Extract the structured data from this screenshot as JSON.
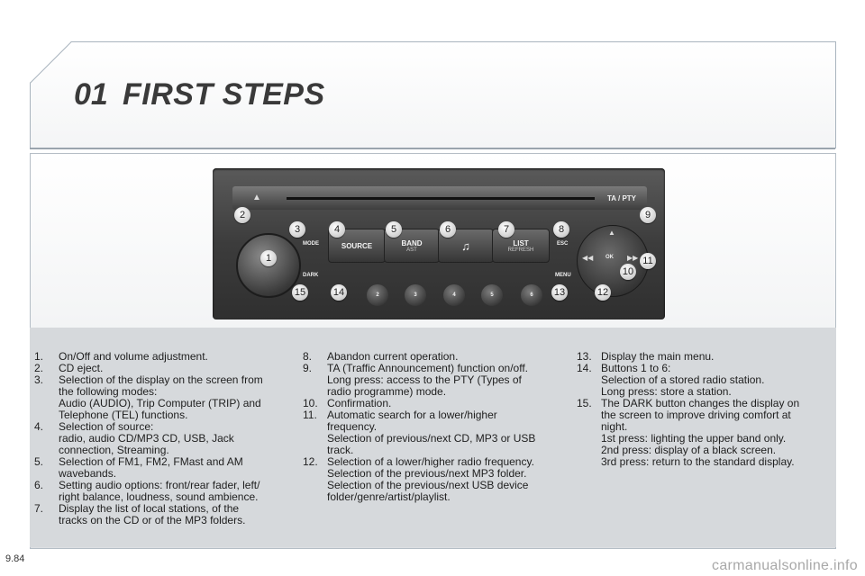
{
  "header": {
    "chapter_number": "01",
    "title": "FIRST STEPS"
  },
  "radio": {
    "eject_symbol": "▲",
    "ta_label": "TA / PTY",
    "mode_label": "MODE",
    "dark_label": "DARK",
    "source_label": "SOURCE",
    "band_label": "BAND",
    "band_sub": "AST",
    "music_symbol": "♫",
    "list_label": "LIST",
    "list_sub": "REFRESH",
    "esc_label": "ESC",
    "menu_label": "MENU",
    "ok_label": "OK",
    "presets": [
      "2",
      "3",
      "4",
      "5",
      "6"
    ],
    "callouts": [
      "1",
      "2",
      "3",
      "4",
      "5",
      "6",
      "7",
      "8",
      "9",
      "10",
      "11",
      "12",
      "13",
      "14",
      "15"
    ]
  },
  "col1": [
    {
      "num": "1.",
      "lines": [
        "On/Off and volume adjustment."
      ]
    },
    {
      "num": "2.",
      "lines": [
        "CD eject."
      ]
    },
    {
      "num": "3.",
      "lines": [
        "Selection of the display on the screen from",
        "the following modes:",
        "Audio (AUDIO), Trip Computer (TRIP) and",
        "Telephone (TEL) functions."
      ]
    },
    {
      "num": "4.",
      "lines": [
        "Selection of source:",
        "radio, audio CD/MP3 CD, USB, Jack",
        "connection, Streaming."
      ]
    },
    {
      "num": "5.",
      "lines": [
        "Selection of FM1, FM2, FMast and AM",
        "wavebands."
      ]
    },
    {
      "num": "6.",
      "lines": [
        "Setting audio options: front/rear fader, left/",
        "right balance, loudness, sound ambience."
      ]
    },
    {
      "num": "7.",
      "lines": [
        "Display the list of local stations, of the",
        "tracks on the CD or of the MP3 folders."
      ]
    }
  ],
  "col2": [
    {
      "num": "8.",
      "lines": [
        "Abandon current operation."
      ]
    },
    {
      "num": "9.",
      "lines": [
        "TA (Traffic Announcement) function on/off.",
        "Long press: access to the PTY (Types of",
        "radio programme) mode."
      ]
    },
    {
      "num": "10.",
      "lines": [
        "Confirmation."
      ]
    },
    {
      "num": "11.",
      "lines": [
        "Automatic search for a lower/higher",
        "frequency.",
        "Selection of previous/next CD, MP3 or USB",
        "track."
      ]
    },
    {
      "num": "12.",
      "lines": [
        "Selection of a lower/higher radio frequency.",
        "Selection of the previous/next MP3 folder.",
        "Selection of the previous/next USB device",
        "folder/genre/artist/playlist."
      ]
    }
  ],
  "col3": [
    {
      "num": "13.",
      "lines": [
        "Display the main menu."
      ]
    },
    {
      "num": "14.",
      "lines": [
        "Buttons 1 to 6:",
        "Selection of a stored radio station.",
        "Long press: store a station."
      ]
    },
    {
      "num": "15.",
      "lines": [
        "The DARK button changes the display on",
        "the screen to improve driving comfort at",
        "night.",
        "1st press: lighting the upper band only.",
        "2nd press: display of a black screen.",
        "3rd press: return to the standard display."
      ]
    }
  ],
  "footer": {
    "page_number": "9.84",
    "watermark": "carmanualsonline.info"
  }
}
